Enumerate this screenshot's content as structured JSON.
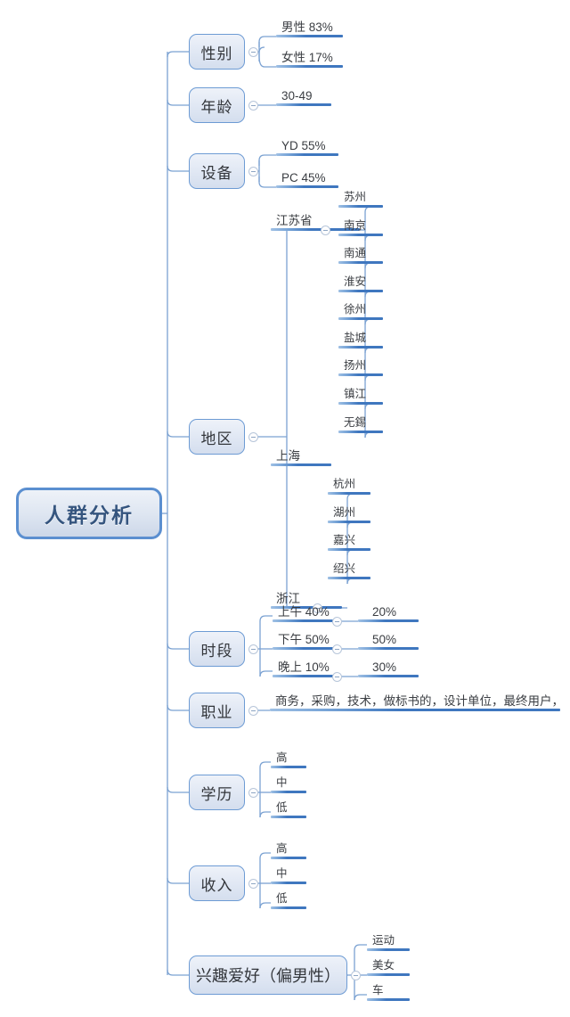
{
  "title": "人群分析",
  "root": {
    "label": "人群分析"
  },
  "branches": [
    {
      "label": "性别",
      "leaves": [
        {
          "label": "男性 83%"
        },
        {
          "label": "女性 17%"
        }
      ]
    },
    {
      "label": "年龄",
      "leaves": [
        {
          "label": "30-49"
        }
      ]
    },
    {
      "label": "设备",
      "leaves": [
        {
          "label": "YD 55%"
        },
        {
          "label": "PC 45%"
        }
      ]
    },
    {
      "label": "地区",
      "leaves": [
        {
          "label": "江苏省",
          "children": [
            {
              "label": "苏州"
            },
            {
              "label": "南京"
            },
            {
              "label": "南通"
            },
            {
              "label": "淮安"
            },
            {
              "label": "徐州"
            },
            {
              "label": "盐城"
            },
            {
              "label": "扬州"
            },
            {
              "label": "镇江"
            },
            {
              "label": "无錫"
            }
          ]
        },
        {
          "label": "上海"
        },
        {
          "label": "浙江",
          "children": [
            {
              "label": "杭州"
            },
            {
              "label": "湖州"
            },
            {
              "label": "嘉兴"
            },
            {
              "label": "绍兴"
            }
          ]
        }
      ]
    },
    {
      "label": "时段",
      "leaves": [
        {
          "label": "上午 40%",
          "children": [
            {
              "label": "20%"
            }
          ]
        },
        {
          "label": "下午 50%",
          "children": [
            {
              "label": "50%"
            }
          ]
        },
        {
          "label": "晚上 10%",
          "children": [
            {
              "label": "30%"
            }
          ]
        }
      ]
    },
    {
      "label": "职业",
      "leaves": [
        {
          "label": "商务，采购，技术，做标书的，设计单位，最终用户，"
        }
      ]
    },
    {
      "label": "学历",
      "leaves": [
        {
          "label": "高"
        },
        {
          "label": "中"
        },
        {
          "label": "低"
        }
      ]
    },
    {
      "label": "收入",
      "leaves": [
        {
          "label": "高"
        },
        {
          "label": "中"
        },
        {
          "label": "低"
        }
      ]
    },
    {
      "label": "兴趣爱好（偏男性）",
      "leaves": [
        {
          "label": "运动"
        },
        {
          "label": "美女"
        },
        {
          "label": "车"
        }
      ]
    }
  ],
  "colors": {
    "line": "#7ba2d2",
    "bar": "#3f77bf",
    "node_border": "#6d9bd4",
    "root_border": "#5b8fd0",
    "root_text": "#35557f",
    "text": "#3a3d42",
    "background": "#ffffff"
  },
  "icons": {
    "toggle": "collapse-toggle-icon"
  }
}
